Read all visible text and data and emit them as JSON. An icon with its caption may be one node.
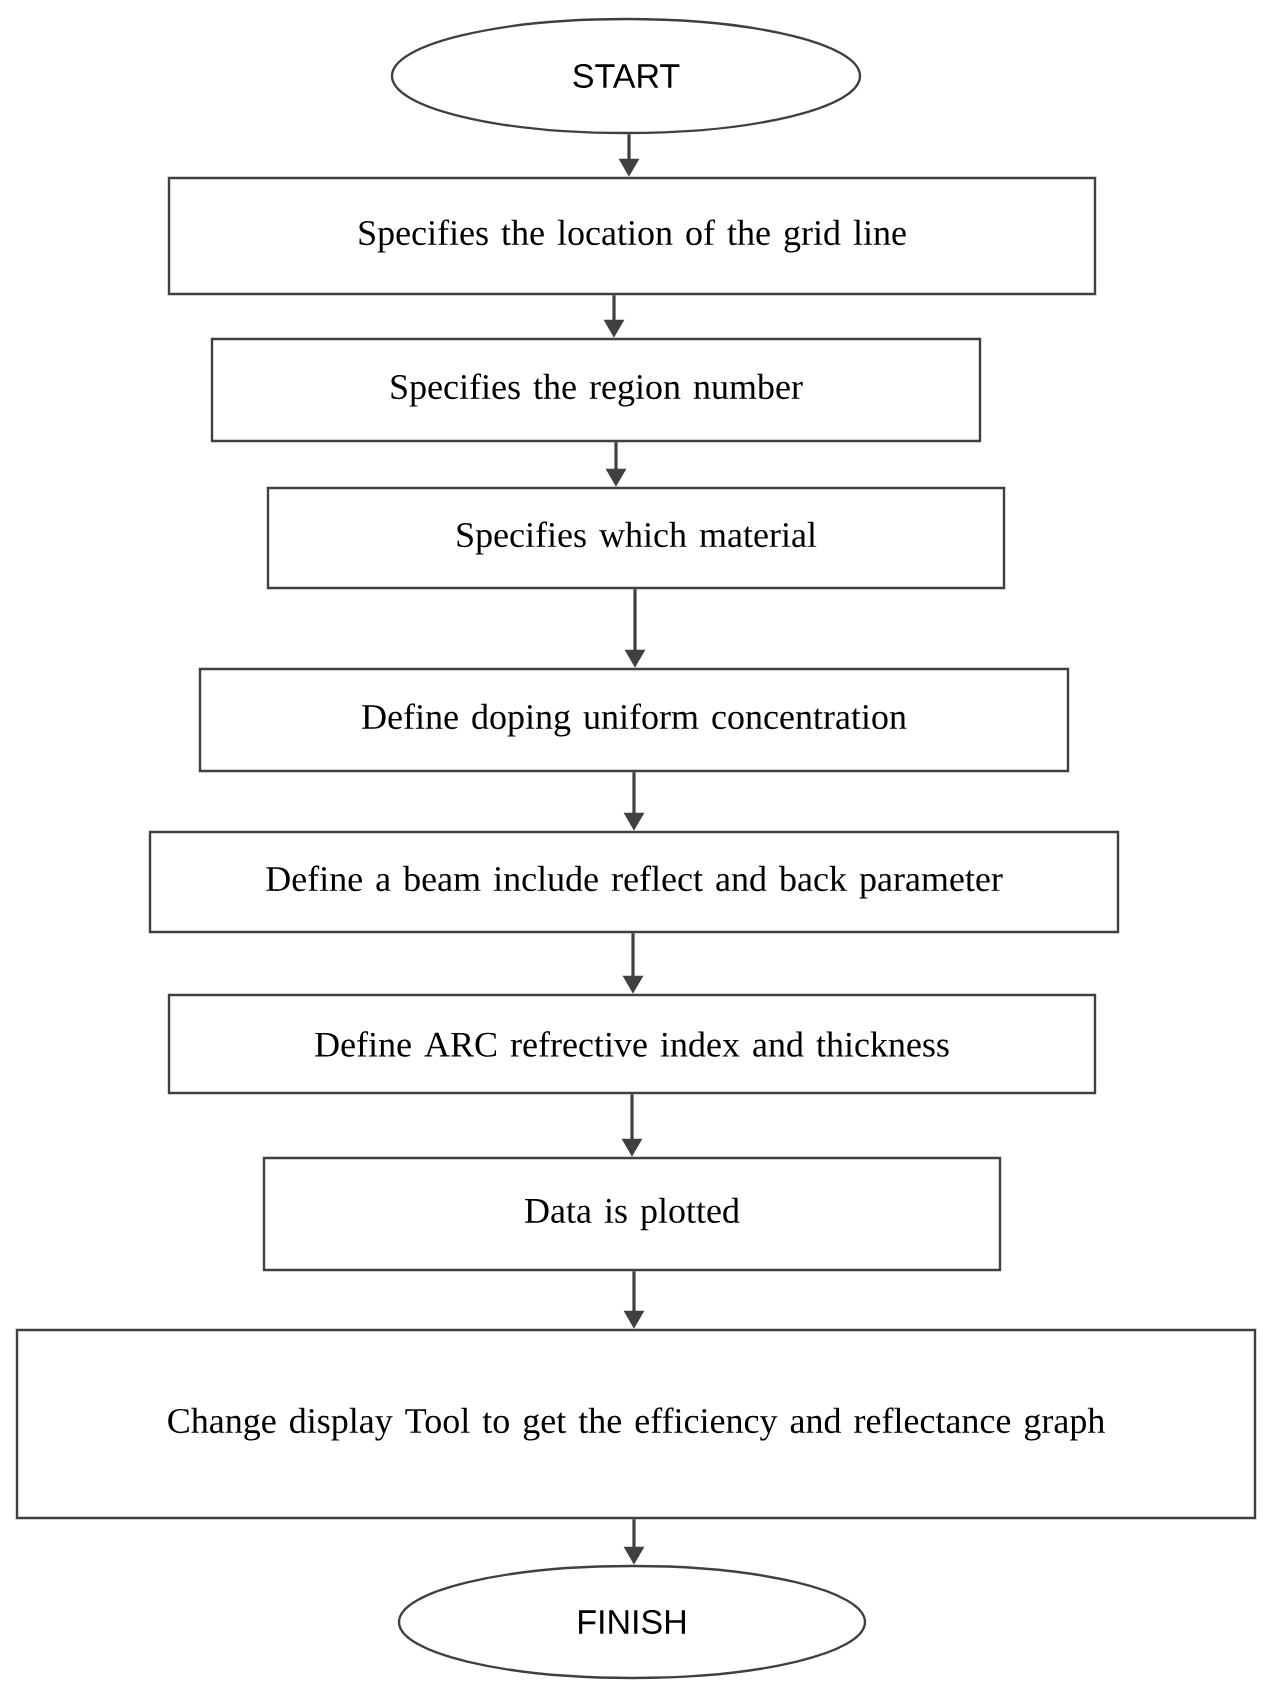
{
  "diagram": {
    "nodes": [
      {
        "text": [
          "START"
        ]
      },
      {
        "text": [
          "Specifies the location of the grid line"
        ]
      },
      {
        "text": [
          "Specifies the region number"
        ]
      },
      {
        "text": [
          "Specifies which material"
        ]
      },
      {
        "text": [
          "Define doping uniform concentration"
        ]
      },
      {
        "text": [
          "Define a beam include reflect and back parameter"
        ]
      },
      {
        "text": [
          "Define ARC refrective index and thickness"
        ]
      },
      {
        "text": [
          "Data is plotted"
        ]
      },
      {
        "text": [
          "Change display Tool to get the efficiency and reflectance graph"
        ]
      },
      {
        "text": [
          "FINISH"
        ]
      }
    ],
    "edges": [
      {
        "from": 0,
        "to": 1,
        "arrow": "to"
      },
      {
        "from": 1,
        "to": 2,
        "arrow": "to"
      },
      {
        "from": 2,
        "to": 3,
        "arrow": "to"
      },
      {
        "from": 3,
        "to": 4,
        "arrow": "to"
      },
      {
        "from": 4,
        "to": 5,
        "arrow": "to"
      },
      {
        "from": 5,
        "to": 6,
        "arrow": "to"
      },
      {
        "from": 6,
        "to": 7,
        "arrow": "to"
      },
      {
        "from": 7,
        "to": 8,
        "arrow": "to"
      },
      {
        "from": 8,
        "to": 9,
        "arrow": "to"
      }
    ]
  }
}
